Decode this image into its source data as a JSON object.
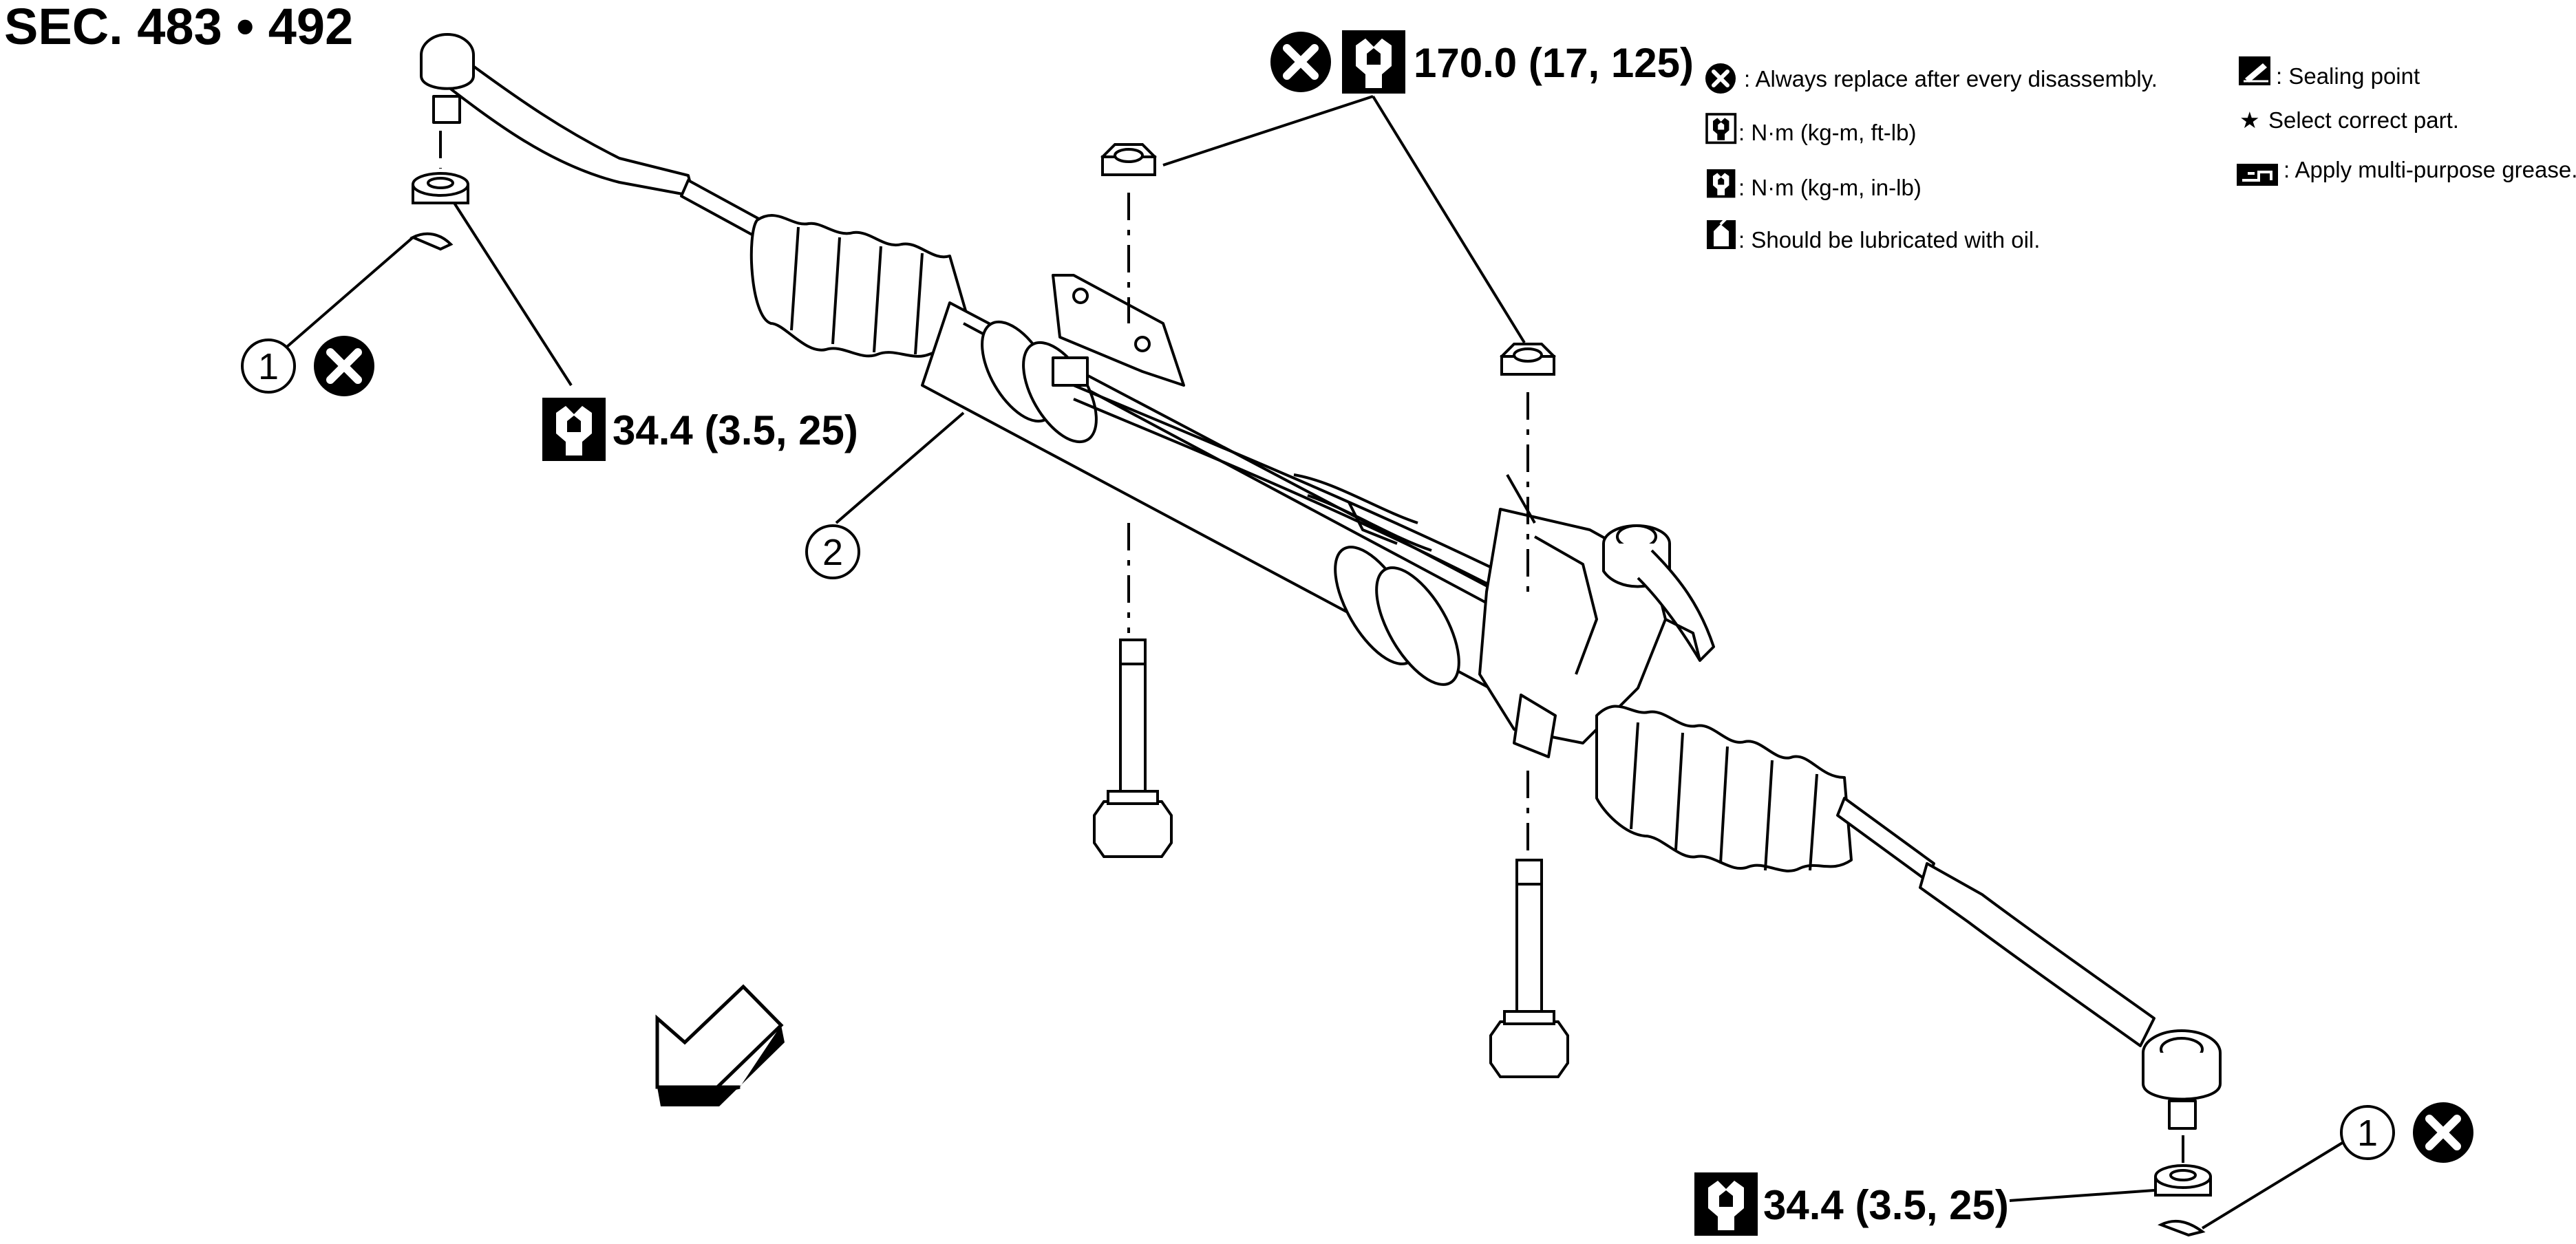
{
  "section_title": "SEC. 483 • 492",
  "torque_labels": {
    "top": "170.0 (17, 125)",
    "left": "34.4 (3.5, 25)",
    "bottom_right": "34.4 (3.5, 25)"
  },
  "callouts": {
    "cotter_pin_left": "1",
    "cotter_pin_right": "1",
    "gear_assembly": "2"
  },
  "legend": {
    "replace": ": Always replace after every disassembly.",
    "torque_ft_lb": ": N·m (kg-m, ft-lb)",
    "torque_in_lb": ": N·m (kg-m, in-lb)",
    "lubricate_oil": ": Should be lubricated with oil.",
    "sealing_point": ": Sealing point",
    "select_part": "Select correct part.",
    "grease": ": Apply multi-purpose grease."
  },
  "icons": {
    "replace": "circle-x-icon",
    "torque": "wrench-socket-icon",
    "torque_in_lb": "wrench-socket-filled-icon",
    "oil": "oil-can-icon",
    "sealing": "sealing-brush-icon",
    "select": "star-icon",
    "grease": "grease-gun-icon",
    "front": "front-direction-arrow-icon"
  }
}
